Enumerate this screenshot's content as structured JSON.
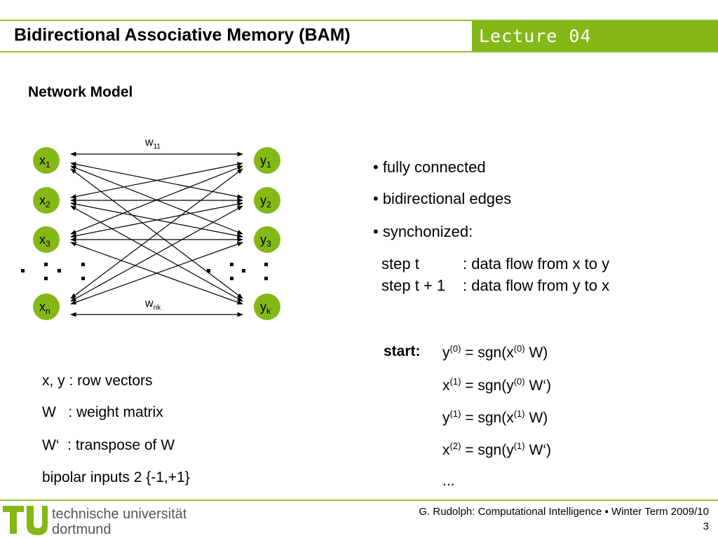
{
  "header": {
    "title": "Bidirectional Associative Memory (BAM)",
    "lecture": "Lecture 04",
    "accent_color": "#84b817"
  },
  "section_title": "Network Model",
  "network": {
    "x_nodes": [
      {
        "base": "x",
        "sub": "1"
      },
      {
        "base": "x",
        "sub": "2"
      },
      {
        "base": "x",
        "sub": "3"
      },
      {
        "base": "x",
        "sub": "n"
      }
    ],
    "y_nodes": [
      {
        "base": "y",
        "sub": "1"
      },
      {
        "base": "y",
        "sub": "2"
      },
      {
        "base": "y",
        "sub": "3"
      },
      {
        "base": "y",
        "sub": "k"
      }
    ],
    "w_top": {
      "base": "w",
      "sub": "11"
    },
    "w_bottom": {
      "base": "w",
      "sub": "nk"
    }
  },
  "bullets": [
    "• fully connected",
    "• bidirectional edges",
    "• synchonized:"
  ],
  "steps": [
    {
      "label": "step t",
      "text": ": data flow from x to y"
    },
    {
      "label": "step t + 1",
      "text": ": data flow from y to x"
    }
  ],
  "start_label": "start:",
  "equations": [
    {
      "lhs": "y",
      "lhs_sup": "(0)",
      "mid": " = sgn(x",
      "mid_sup": "(0)",
      "rhs": " W)"
    },
    {
      "lhs": "x",
      "lhs_sup": "(1)",
      "mid": " = sgn(y",
      "mid_sup": "(0)",
      "rhs": " W‘)"
    },
    {
      "lhs": "y",
      "lhs_sup": "(1)",
      "mid": " = sgn(x",
      "mid_sup": "(1)",
      "rhs": " W)"
    },
    {
      "lhs": "x",
      "lhs_sup": "(2)",
      "mid": " = sgn(y",
      "mid_sup": "(1)",
      "rhs": " W‘)"
    }
  ],
  "equations_ellipsis": "...",
  "definitions": [
    "x, y : row vectors",
    "W   : weight matrix",
    "W‘  : transpose of W",
    "bipolar inputs 2 {-1,+1}"
  ],
  "footer": {
    "credit": "G. Rudolph: Computational Intelligence ▪ Winter Term 2009/10",
    "page": "3",
    "university_line1": "technische universität",
    "university_line2": "dortmund",
    "logo_color": "#84b817"
  }
}
